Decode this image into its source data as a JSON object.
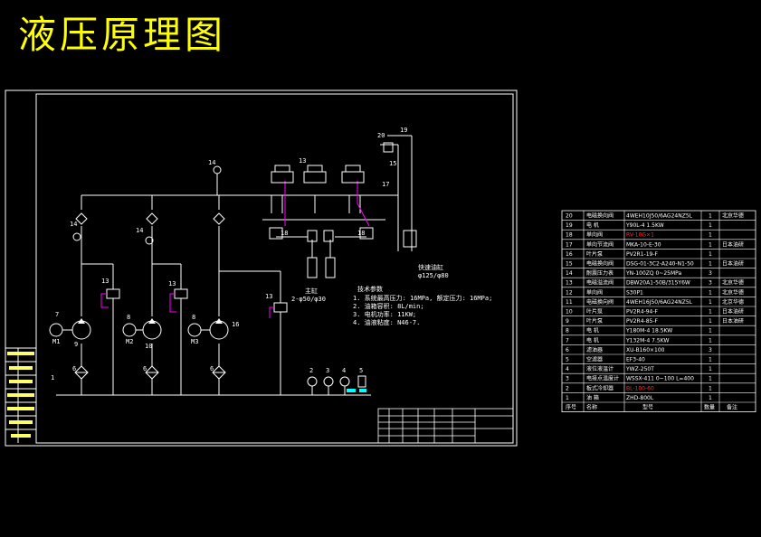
{
  "title": "液压原理图",
  "colors": {
    "background": "#000000",
    "title": "#ffff00",
    "line": "#ffffff",
    "accent": "#ff00ff",
    "cyan": "#00ffff",
    "red": "#ff3030"
  },
  "diagram": {
    "component_labels": {
      "n1": "1",
      "n2": "2",
      "n3": "3",
      "n4": "4",
      "n5": "5",
      "n6a": "6",
      "n6b": "6",
      "n6c": "6",
      "n7": "7",
      "n8a": "8",
      "n8b": "8",
      "n9": "9",
      "n10": "10",
      "n13a": "13",
      "n13b": "13",
      "n13c": "13",
      "n13d": "13",
      "n14a": "14",
      "n14b": "14",
      "n14c": "14",
      "n15": "15",
      "n16": "16",
      "n17": "17",
      "n18a": "18",
      "n18b": "18",
      "n19": "19",
      "n20": "20"
    },
    "motor_labels": {
      "m1": "M1",
      "m2": "M2",
      "m3": "M3"
    },
    "spec_block_title": "技术参数",
    "spec_lines": [
      "1. 系统最高压力: 16MPa, 额定压力: 16MPa;",
      "2. 油箱容积: 8L/min;",
      "3. 电机功率: 11KW;",
      "4. 油液粘度: N46-7."
    ],
    "main_cylinder_label": "主缸",
    "main_cylinder_spec": "2-φ50/φ30",
    "aux_cylinder_label": "快速油缸",
    "aux_cylinder_spec": "φ125/φ80"
  },
  "left_strip": {
    "rows": [
      "",
      "",
      "",
      "",
      "",
      "",
      ""
    ]
  },
  "title_block": {
    "rows": 5
  },
  "parts_table": {
    "header": {
      "no": "序号",
      "name": "名称",
      "model": "型号",
      "qty": "数量",
      "note": "备注"
    },
    "rows": [
      {
        "no": "20",
        "name": "电磁换向阀",
        "model": "4WEH10J50/6AG24NZ5L",
        "qty": "1",
        "note": "北京华德"
      },
      {
        "no": "19",
        "name": "电 机",
        "model": "Y90L-4  1.5KW",
        "qty": "1",
        "note": ""
      },
      {
        "no": "18",
        "name": "单向阀",
        "model": "RV-10G×1",
        "qty": "1",
        "note": "",
        "model_red": true
      },
      {
        "no": "17",
        "name": "单向节流阀",
        "model": "MKA-10-E-30",
        "qty": "1",
        "note": "日本油研"
      },
      {
        "no": "16",
        "name": "叶片泵",
        "model": "PV2R1-19-F",
        "qty": "1",
        "note": ""
      },
      {
        "no": "15",
        "name": "电磁换向阀",
        "model": "DSG-01-3C2-A240-N1-50",
        "qty": "1",
        "note": "日本油研"
      },
      {
        "no": "14",
        "name": "耐震压力表",
        "model": "YN-100ZQ 0~25MPa",
        "qty": "3",
        "note": ""
      },
      {
        "no": "13",
        "name": "电磁溢流阀",
        "model": "DBW20A1-50B/315Y6W",
        "qty": "3",
        "note": "北京华德"
      },
      {
        "no": "12",
        "name": "单向阀",
        "model": "S30P1",
        "qty": "1",
        "note": "北京华德"
      },
      {
        "no": "11",
        "name": "电磁换向阀",
        "model": "4WEH16J50/6AG24NZ5L",
        "qty": "1",
        "note": "北京华德"
      },
      {
        "no": "10",
        "name": "叶片泵",
        "model": "PV2R4-94-F",
        "qty": "1",
        "note": "日本油研"
      },
      {
        "no": "9",
        "name": "叶片泵",
        "model": "PV2R4-85-F",
        "qty": "1",
        "note": "日本油研"
      },
      {
        "no": "8",
        "name": "电 机",
        "model": "Y180M-4  18.5KW",
        "qty": "1",
        "note": ""
      },
      {
        "no": "7",
        "name": "电 机",
        "model": "Y132M-4  7.5KW",
        "qty": "1",
        "note": ""
      },
      {
        "no": "6",
        "name": "滤油器",
        "model": "XU-B160×100",
        "qty": "3",
        "note": ""
      },
      {
        "no": "5",
        "name": "空滤器",
        "model": "EF3-40",
        "qty": "1",
        "note": ""
      },
      {
        "no": "4",
        "name": "液位液温计",
        "model": "YWZ-250T",
        "qty": "1",
        "note": ""
      },
      {
        "no": "3",
        "name": "电接点温度计",
        "model": "WSSX-411  0~100  L=400",
        "qty": "1",
        "note": ""
      },
      {
        "no": "2",
        "name": "板式冷却器",
        "model": "BL-100-60",
        "qty": "1",
        "note": "",
        "model_red": true
      },
      {
        "no": "1",
        "name": "油 箱",
        "model": "ZHD-800L",
        "qty": "1",
        "note": ""
      }
    ]
  }
}
